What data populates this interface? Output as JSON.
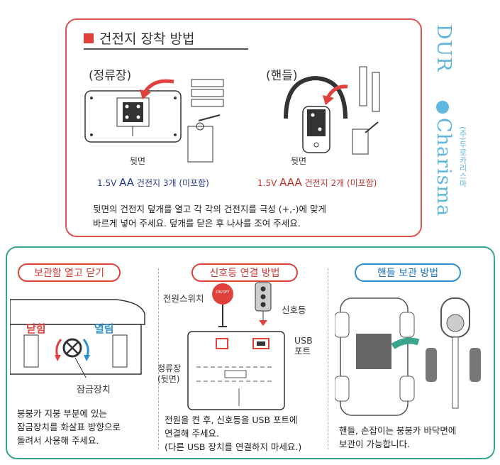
{
  "top": {
    "title": "건전지 장착 방법",
    "left_caption": "(정류장)",
    "right_caption": "(핸들)",
    "left_back_label": "뒷면",
    "right_back_label": "뒷면",
    "left_battery_prefix": "1.5V",
    "left_battery_type": "AA",
    "left_battery_suffix": "건전지 3개 (미포함)",
    "right_battery_prefix": "1.5V",
    "right_battery_type": "AAA",
    "right_battery_suffix": "건전지 2개 (미포함)",
    "instruction_line1": "뒷면의 건전지 덮개를 열고  각 각의 건전지를 극성 (+,-)에 맞게",
    "instruction_line2": "바르게 넣어 주세요.  덮개를 닫은 후 나사를 조여 주세요."
  },
  "brand": {
    "word1": "DUR",
    "word2": "Charisma",
    "sub": "(주)두로카리스마"
  },
  "storage": {
    "heading": "보관함 열고 닫기",
    "close_label": "닫힘",
    "open_label": "열림",
    "lock_label": "잠금장치",
    "text1": "붕붕카 지붕 부분에 있는",
    "text2": "잠금장치를 화살표 방향으로",
    "text3": "돌려서 사용해 주세요."
  },
  "signal": {
    "heading": "신호등 연결 방법",
    "power_switch_label": "전원스위치",
    "power_icon_text": "ON/OFF",
    "signal_light_label": "신호등",
    "usb_label1": "USB",
    "usb_label2": "포트",
    "station_label1": "정류장",
    "station_label2": "(뒷면)",
    "text1": "전원을 켠 후, 신호등을 USB 포트에",
    "text2": "연결해 주세요.",
    "text3": "(다른 USB 장치를 연결하지 마세요.)"
  },
  "handle": {
    "heading": "핸들 보관 방법",
    "text1": "핸들, 손잡이는 붕붕카 바닥면에",
    "text2": "보관이 가능합니다."
  },
  "colors": {
    "red": "#e0413c",
    "teal": "#3aa58d",
    "blue": "#2e8fd3",
    "brand_blue": "#5fb7dd"
  }
}
